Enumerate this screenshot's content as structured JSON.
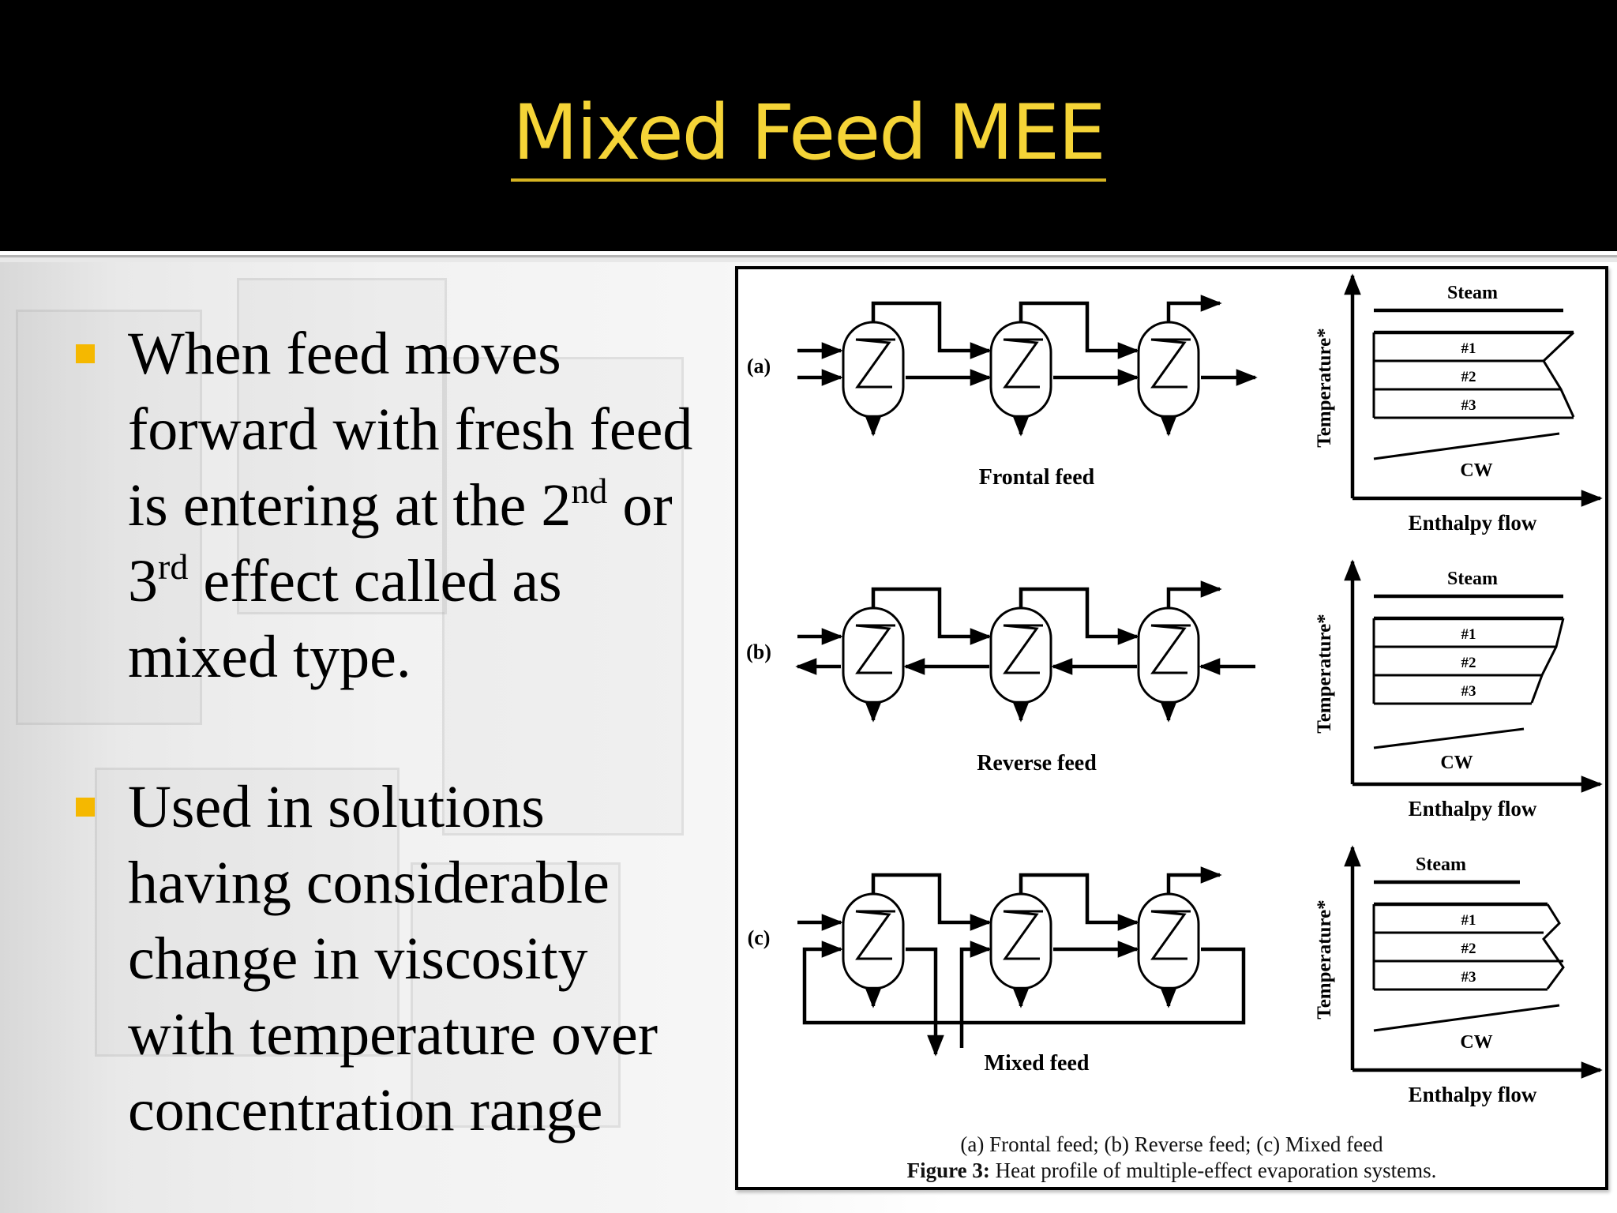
{
  "slide": {
    "title": "Mixed Feed MEE",
    "bullets": [
      {
        "lines": [
          {
            "text": "When feed moves"
          },
          {
            "text": "forward with fresh feed"
          },
          {
            "text": "is entering at the 2",
            "sup": "nd",
            "after": " or"
          },
          {
            "text": "3",
            "sup": "rd",
            "after": " effect called as"
          },
          {
            "text": "mixed type."
          }
        ]
      },
      {
        "lines": [
          {
            "text": "Used in solutions"
          },
          {
            "text": "having considerable"
          },
          {
            "text": "change in viscosity"
          },
          {
            "text": "with temperature over"
          },
          {
            "text": "concentration range"
          }
        ]
      }
    ]
  },
  "figure": {
    "panels": [
      {
        "letter": "(a)",
        "name": "Frontal feed",
        "steam": "Steam",
        "effects": [
          "#1",
          "#2",
          "#3"
        ],
        "cw": "CW",
        "y_label": "Temperature*",
        "x_label": "Enthalpy flow"
      },
      {
        "letter": "(b)",
        "name": "Reverse feed",
        "steam": "Steam",
        "effects": [
          "#1",
          "#2",
          "#3"
        ],
        "cw": "CW",
        "y_label": "Temperature*",
        "x_label": "Enthalpy flow"
      },
      {
        "letter": "(c)",
        "name": "Mixed feed",
        "steam": "Steam",
        "effects": [
          "#1",
          "#2",
          "#3"
        ],
        "cw": "CW",
        "y_label": "Temperature*",
        "x_label": "Enthalpy flow"
      }
    ],
    "caption_line1": "(a) Frontal feed; (b) Reverse feed; (c) Mixed feed",
    "caption_label": "Figure 3:",
    "caption_text": " Heat profile of multiple-effect evaporation systems."
  },
  "colors": {
    "header_bg": "#000000",
    "title": "#f5d437",
    "bullet": "#f5b800"
  }
}
